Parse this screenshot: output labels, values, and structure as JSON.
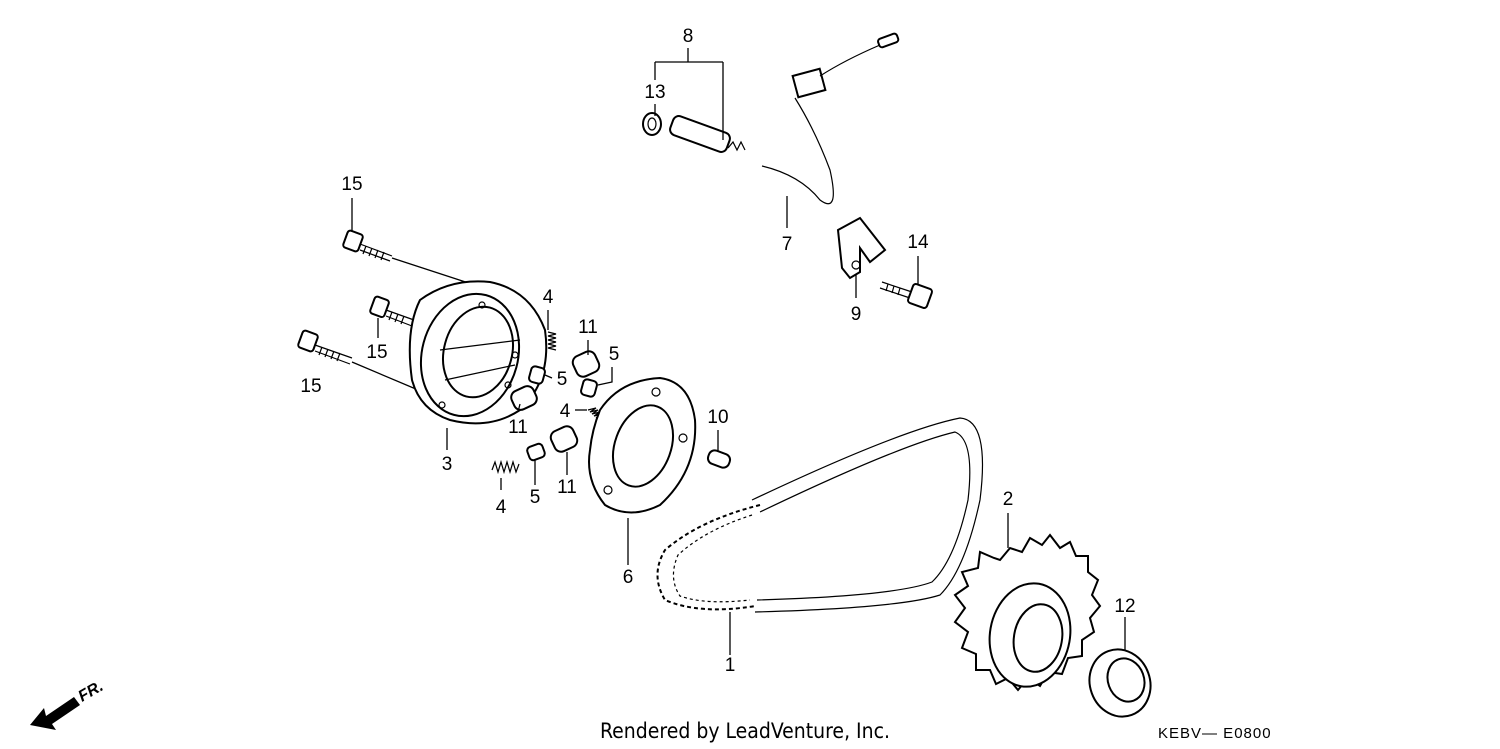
{
  "callouts": [
    {
      "id": "1",
      "label": "1"
    },
    {
      "id": "2",
      "label": "2"
    },
    {
      "id": "3",
      "label": "3"
    },
    {
      "id": "4a",
      "label": "4"
    },
    {
      "id": "4b",
      "label": "4"
    },
    {
      "id": "4c",
      "label": "4"
    },
    {
      "id": "5a",
      "label": "5"
    },
    {
      "id": "5b",
      "label": "5"
    },
    {
      "id": "5c",
      "label": "5"
    },
    {
      "id": "6",
      "label": "6"
    },
    {
      "id": "7",
      "label": "7"
    },
    {
      "id": "8",
      "label": "8"
    },
    {
      "id": "9",
      "label": "9"
    },
    {
      "id": "10",
      "label": "10"
    },
    {
      "id": "11a",
      "label": "11"
    },
    {
      "id": "11b",
      "label": "11"
    },
    {
      "id": "11c",
      "label": "11"
    },
    {
      "id": "12",
      "label": "12"
    },
    {
      "id": "13",
      "label": "13"
    },
    {
      "id": "14",
      "label": "14"
    },
    {
      "id": "15a",
      "label": "15"
    },
    {
      "id": "15b",
      "label": "15"
    },
    {
      "id": "15c",
      "label": "15"
    }
  ],
  "footer": {
    "credit": "Rendered by LeadVenture, Inc.",
    "diagram_code": "KEBV— E0800"
  },
  "direction_indicator": {
    "label": "FR.",
    "icon": "front-arrow-icon"
  }
}
